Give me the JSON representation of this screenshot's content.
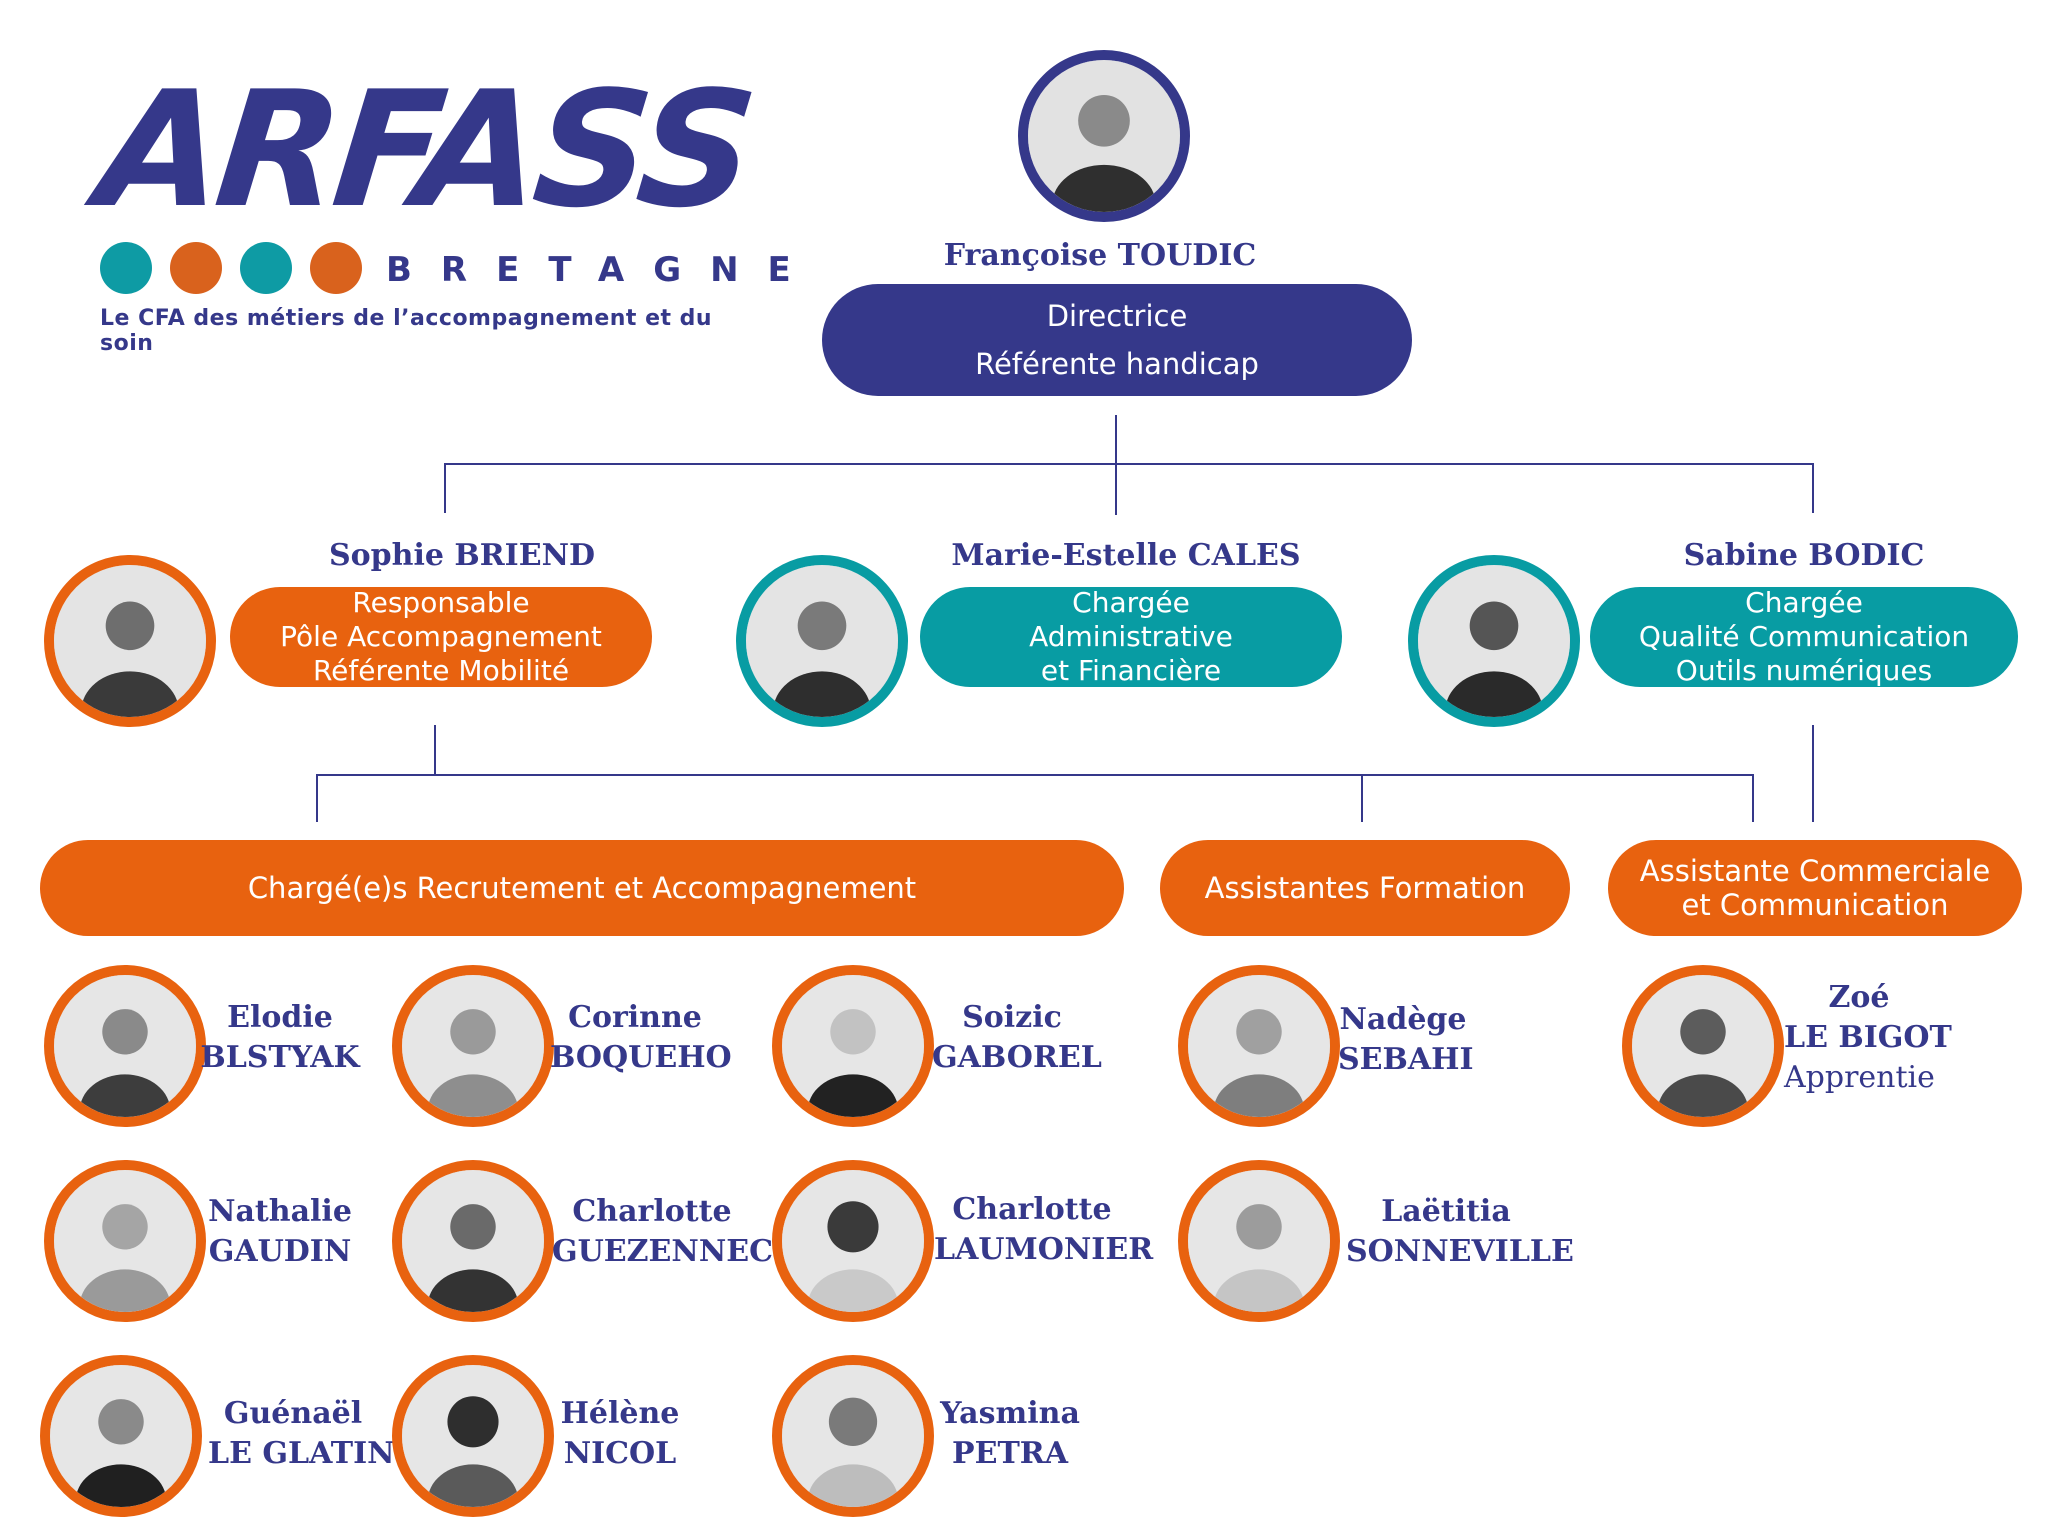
{
  "logo": {
    "word": "ARFASS",
    "region": "BRETAGNE",
    "tagline": "Le CFA des métiers de l’accompagnement et du soin",
    "dot_colors": [
      "#0e9ba4",
      "#d9621d",
      "#0e9ba4",
      "#d9621d"
    ]
  },
  "colors": {
    "navy": "#35388a",
    "orange": "#e8620f",
    "teal": "#089ca3"
  },
  "director": {
    "name": "Françoise TOUDIC",
    "roles": [
      "Directrice",
      "Référente handicap"
    ]
  },
  "managers": [
    {
      "name": "Sophie BRIEND",
      "roles": [
        "Responsable",
        "Pôle Accompagnement",
        "Référente Mobilité"
      ],
      "color": "orange"
    },
    {
      "name": "Marie-Estelle CALES",
      "roles": [
        "Chargée",
        "Administrative",
        "et Financière"
      ],
      "color": "teal"
    },
    {
      "name": "Sabine BODIC",
      "roles": [
        "Chargée",
        "Qualité Communication",
        "Outils numériques"
      ],
      "color": "teal"
    }
  ],
  "teams": [
    {
      "label": "Chargé(e)s Recrutement et Accompagnement",
      "members": [
        {
          "first": "Elodie",
          "last": "BLSTYAK"
        },
        {
          "first": "Corinne",
          "last": "BOQUEHO"
        },
        {
          "first": "Soizic",
          "last": "GABOREL"
        },
        {
          "first": "Nathalie",
          "last": "GAUDIN"
        },
        {
          "first": "Charlotte",
          "last": "GUEZENNEC"
        },
        {
          "first": "Charlotte",
          "last": "LAUMONIER"
        },
        {
          "first": "Guénaël",
          "last": "LE GLATIN"
        },
        {
          "first": "Hélène",
          "last": "NICOL"
        },
        {
          "first": "Yasmina",
          "last": "PETRA"
        }
      ]
    },
    {
      "label": "Assistantes Formation",
      "members": [
        {
          "first": "Nadège",
          "last": "SEBAHI"
        },
        {
          "first": "Laëtitia",
          "last": "SONNEVILLE"
        }
      ]
    },
    {
      "label_lines": [
        "Assistante Commerciale",
        "et Communication"
      ],
      "members": [
        {
          "first": "Zoé",
          "last": "LE BIGOT",
          "note": "Apprentie"
        }
      ]
    }
  ]
}
